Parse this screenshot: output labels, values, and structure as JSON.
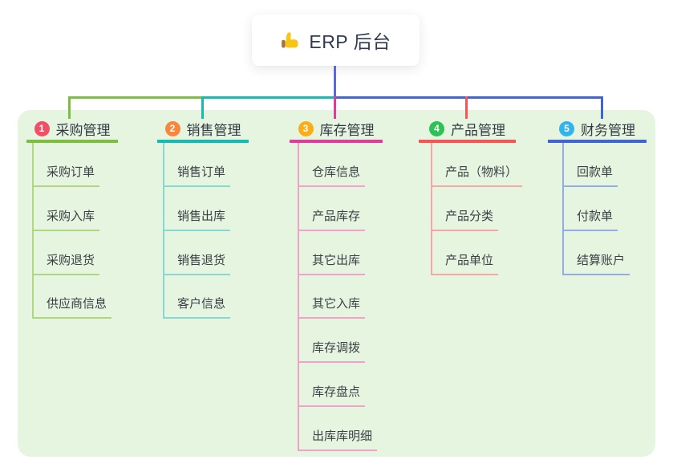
{
  "root": {
    "title": "ERP 后台",
    "icon": "thumbs-up-icon"
  },
  "colors": {
    "panel_background": "#e6f5df",
    "root_connector": "#5b69d9",
    "root_text": "#303c4e",
    "child_text": "#3c4147"
  },
  "branches": [
    {
      "number": "1",
      "label": "采购管理",
      "badge_color": "#f14f68",
      "line_color": "#7dbd41",
      "light_color": "#aed780",
      "children": [
        "采购订单",
        "采购入库",
        "采购退货",
        "供应商信息"
      ]
    },
    {
      "number": "2",
      "label": "销售管理",
      "badge_color": "#f8863c",
      "line_color": "#17b9b1",
      "light_color": "#85d9d1",
      "children": [
        "销售订单",
        "销售出库",
        "销售退货",
        "客户信息"
      ]
    },
    {
      "number": "3",
      "label": "库存管理",
      "badge_color": "#f9ad18",
      "line_color": "#e13c9b",
      "light_color": "#f3a0cb",
      "children": [
        "仓库信息",
        "产品库存",
        "其它出库",
        "其它入库",
        "库存调拨",
        "库存盘点",
        "出库库明细"
      ]
    },
    {
      "number": "4",
      "label": "产品管理",
      "badge_color": "#2fc057",
      "line_color": "#f85456",
      "light_color": "#f6a6a7",
      "children": [
        "产品（物料）",
        "产品分类",
        "产品单位"
      ]
    },
    {
      "number": "5",
      "label": "财务管理",
      "badge_color": "#32b4ea",
      "line_color": "#4263d4",
      "light_color": "#96a9e8",
      "children": [
        "回款单",
        "付款单",
        "结算账户"
      ]
    }
  ]
}
